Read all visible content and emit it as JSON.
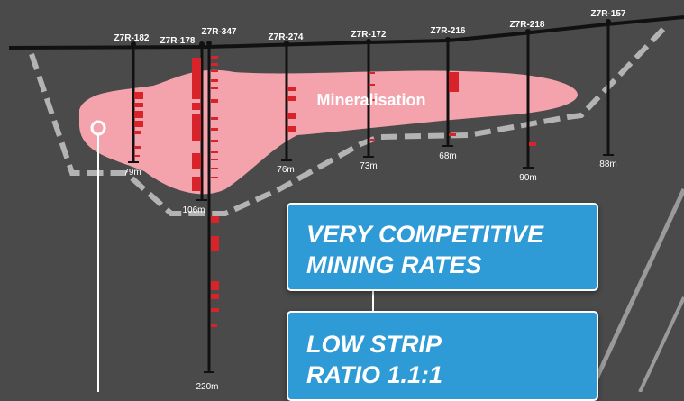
{
  "colors": {
    "background": "#4a4a4a",
    "orebody": "#f4a3ad",
    "intercept": "#d8232a",
    "callout": "#2e9ad6",
    "pit_outline": "#b3b3b3"
  },
  "orebody_label": "Mineralisation",
  "drill_holes": [
    {
      "id": "Z7R-182",
      "depth": "79m"
    },
    {
      "id": "Z7R-178",
      "depth": "106m"
    },
    {
      "id": "Z7R-347",
      "depth": "220m"
    },
    {
      "id": "Z7R-274",
      "depth": "76m"
    },
    {
      "id": "Z7R-172",
      "depth": "73m"
    },
    {
      "id": "Z7R-216",
      "depth": "68m"
    },
    {
      "id": "Z7R-218",
      "depth": "90m"
    },
    {
      "id": "Z7R-157",
      "depth": "88m"
    }
  ],
  "callouts": [
    {
      "lines": [
        "VERY COMPETITIVE",
        "MINING RATES"
      ]
    },
    {
      "lines": [
        "LOW STRIP",
        "RATIO 1.1:1"
      ]
    }
  ]
}
